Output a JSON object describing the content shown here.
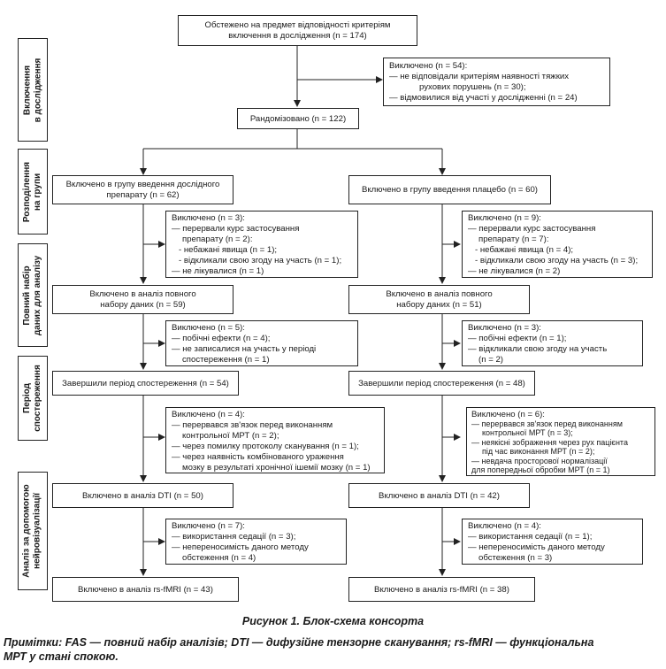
{
  "sidebar": [
    "Включення\nв дослідження",
    "Розподілення\nна групи",
    "Повний набір\nданих для аналізу",
    "Період\nспостереження",
    "Аналіз за допомогою\nнейровізуалізації"
  ],
  "top": {
    "screened": [
      "Обстежено на предмет відповідності критеріям",
      "включення в дослідження (n = 174)"
    ],
    "excluded": [
      "Виключено (n = 54):",
      "— не відповідали критеріям наявності тяжких",
      "рухових порушень (n = 30);",
      "— відмовилися від участі у дослідженні (n = 24)"
    ],
    "randomized": "Рандомізовано (n = 122)"
  },
  "left": {
    "alloc": [
      "Включено в групу введення дослідного",
      "препарату (n = 62)"
    ],
    "excl1": [
      "Виключено (n = 3):",
      "— перервали курс застосування",
      "препарату (n = 2):",
      "- небажані явища (n = 1);",
      "- відкликали свою згоду на участь (n = 1);",
      "— не лікувалися (n = 1)"
    ],
    "fas": [
      "Включено в аналіз повного",
      "набору даних (n = 59)"
    ],
    "excl2": [
      "Виключено (n = 5):",
      "— побічні ефекти (n = 4);",
      "— не записалися на участь у періоді",
      "спостереження (n = 1)"
    ],
    "completed": "Завершили період спостереження (n = 54)",
    "excl3": [
      "Виключено (n = 4):",
      "— перервався зв'язок перед виконанням",
      "контрольної МРТ (n = 2);",
      "— через помилку протоколу сканування (n = 1);",
      "— через наявність комбінованого ураження",
      "мозку в результаті хронічної ішемії мозку (n = 1)"
    ],
    "dti": "Включено в аналіз DTI (n = 50)",
    "excl4": [
      "Виключено (n = 7):",
      "— використання седації (n = 3);",
      "— непереносимість даного методу",
      "обстеження (n = 4)"
    ],
    "rsfmri": "Включено в аналіз rs-fMRI (n = 43)"
  },
  "right": {
    "alloc": "Включено в групу введення плацебо (n = 60)",
    "excl1": [
      "Виключено (n = 9):",
      "— перервали курс застосування",
      "препарату (n = 7):",
      "- небажані явища (n = 4);",
      "- відкликали свою згоду на участь (n = 3);",
      "— не лікувалися (n = 2)"
    ],
    "fas": [
      "Включено в аналіз повного",
      "набору даних (n = 51)"
    ],
    "excl2": [
      "Виключено (n = 3):",
      "— побічні ефекти (n = 1);",
      "— відкликали свою згоду на участь",
      "(n = 2)"
    ],
    "completed": "Завершили період спостереження (n = 48)",
    "excl3": [
      "Виключено (n = 6):",
      "— перервався зв'язок перед виконанням",
      "контрольної МРТ (n = 3);",
      "— неякісні зображення через рух пацієнта",
      "під час виконання МРТ (n = 2);",
      "— невдача просторової нормалізації",
      "для попередньої обробки МРТ (n = 1)"
    ],
    "dti": "Включено в аналіз DTI (n = 42)",
    "excl4": [
      "Виключено (n = 4):",
      "— використання седації (n = 1);",
      "— непереносимість даного методу",
      "обстеження (n = 3)"
    ],
    "rsfmri": "Включено в аналіз rs-fMRI (n = 38)"
  },
  "caption": "Рисунок 1. Блок-схема консорта",
  "note": [
    "Примітки: FAS — повний набір аналізів; DTI — дифузійне тензорне сканування; rs-fMRI — функціональна",
    "МРТ у стані спокою."
  ]
}
